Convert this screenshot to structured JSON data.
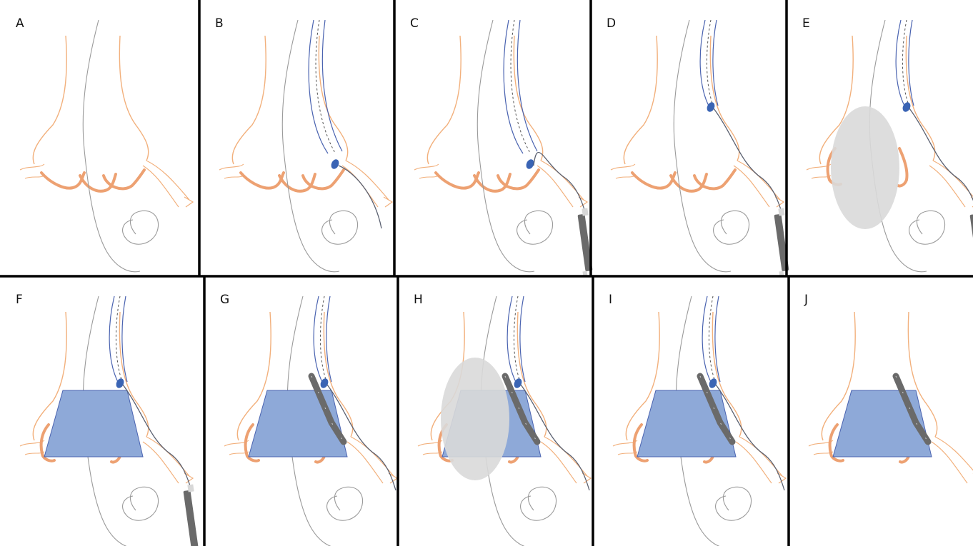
{
  "panels": [
    {
      "label": "A",
      "stage": "bare-root",
      "catheter": false,
      "guidewire": "none",
      "balloon": false,
      "valve": false,
      "ring": "native",
      "device": "none"
    },
    {
      "label": "B",
      "stage": "catheter-advanced",
      "catheter": true,
      "guidewire": "short",
      "balloon": false,
      "valve": false,
      "ring": "native",
      "device": "none"
    },
    {
      "label": "C",
      "stage": "device-introduced",
      "catheter": true,
      "guidewire": "long",
      "balloon": false,
      "valve": false,
      "ring": "native",
      "device": "sheath"
    },
    {
      "label": "D",
      "stage": "catheter-retracted",
      "catheter": true,
      "guidewire": "long",
      "balloon": false,
      "valve": false,
      "ring": "native",
      "device": "sheath"
    },
    {
      "label": "E",
      "stage": "balloon-inflation",
      "catheter": true,
      "guidewire": "long",
      "balloon": true,
      "valve": false,
      "ring": "displaced",
      "device": "sheath"
    },
    {
      "label": "F",
      "stage": "valve-deployed",
      "catheter": true,
      "guidewire": "long",
      "balloon": false,
      "valve": true,
      "ring": "displaced",
      "device": "sheath"
    },
    {
      "label": "G",
      "stage": "device-positioned",
      "catheter": true,
      "guidewire": "long",
      "balloon": false,
      "valve": true,
      "ring": "displaced",
      "device": "stent"
    },
    {
      "label": "H",
      "stage": "second-balloon",
      "catheter": true,
      "guidewire": "long",
      "balloon": true,
      "valve": true,
      "ring": "displaced",
      "device": "stent"
    },
    {
      "label": "I",
      "stage": "delivery-retracting",
      "catheter": true,
      "guidewire": "long",
      "balloon": false,
      "valve": true,
      "ring": "displaced",
      "device": "stent"
    },
    {
      "label": "J",
      "stage": "final-result",
      "catheter": false,
      "guidewire": "none",
      "balloon": false,
      "valve": true,
      "ring": "displaced",
      "device": "stent-only"
    }
  ],
  "colors": {
    "anatomy": "#f2b07c",
    "leaflet": "#eda172",
    "guide_gray": "#9a9a9a",
    "catheter": "#4a63b0",
    "catheter_dash": "#555555",
    "catheter_tip": "#3a64b4",
    "wire": "#5a6070",
    "device": "#6a6a6a",
    "device_tip": "#d8d8d8",
    "balloon": "#d9d9d9",
    "valve": "#8ea9d8",
    "valve_edge": "#4a63b0",
    "divider": "#000000"
  }
}
